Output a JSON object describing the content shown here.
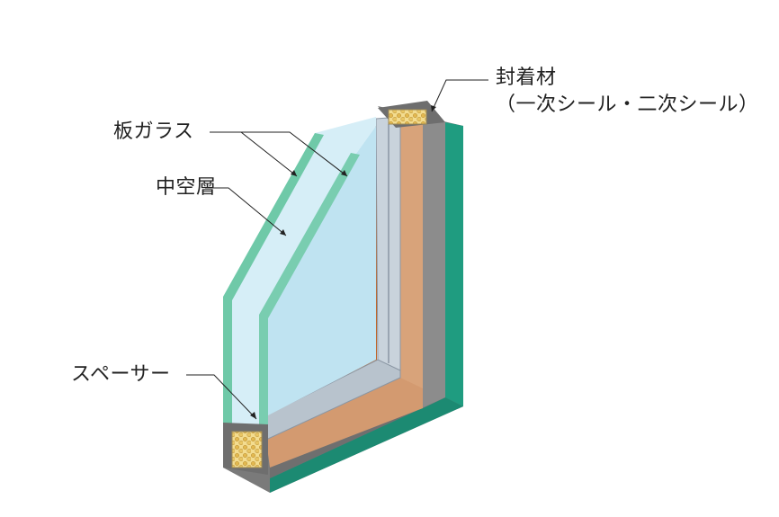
{
  "labels": {
    "glass_pane": "板ガラス",
    "air_layer": "中空層",
    "spacer": "スペーサー",
    "sealant_title": "封着材",
    "sealant_detail": "（一次シール・二次シール）"
  },
  "colors": {
    "glass_edge": "#6fc9a8",
    "glass_face": "#d6eef7",
    "air_layer": "#bfe3f1",
    "secondary_seal": "#d8a37a",
    "seal_dark": "#6e6e6e",
    "frame_grey": "#9a9a9a",
    "outer_green": "#1f9c80",
    "desiccant": "#e9c463",
    "spacer_metal": "#c9d3dc"
  }
}
